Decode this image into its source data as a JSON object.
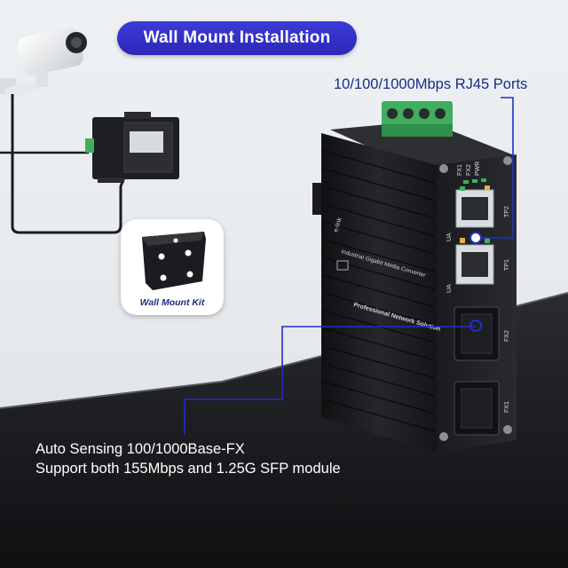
{
  "title": "Wall Mount Installation",
  "callouts": {
    "rj45": "10/100/1000Mbps RJ45 Ports",
    "sfp_line1": "Auto Sensing 100/1000Base-FX",
    "sfp_line2": "Support both 155Mbps and 1.25G SFP module"
  },
  "wall_mount_kit": {
    "label": "Wall Mount Kit"
  },
  "device": {
    "brand": "e-link",
    "model_text": "Industrial Gigabit Media Converter",
    "slogan": "Professional Network Solution",
    "led_labels": [
      "FX1",
      "FX2",
      "PWR"
    ],
    "port_labels": [
      "TP2",
      "TP1",
      "FX2",
      "FX1"
    ],
    "port_side_labels": [
      "UA",
      "UA"
    ]
  },
  "colors": {
    "title_pill": "#2f2cc4",
    "callout_line": "#1f2fc4",
    "callout_text": "#1b2a8a",
    "device_body": "#1c1d20",
    "terminal_block": "#3fae5f",
    "counter_dark": "#1a1b1e"
  }
}
